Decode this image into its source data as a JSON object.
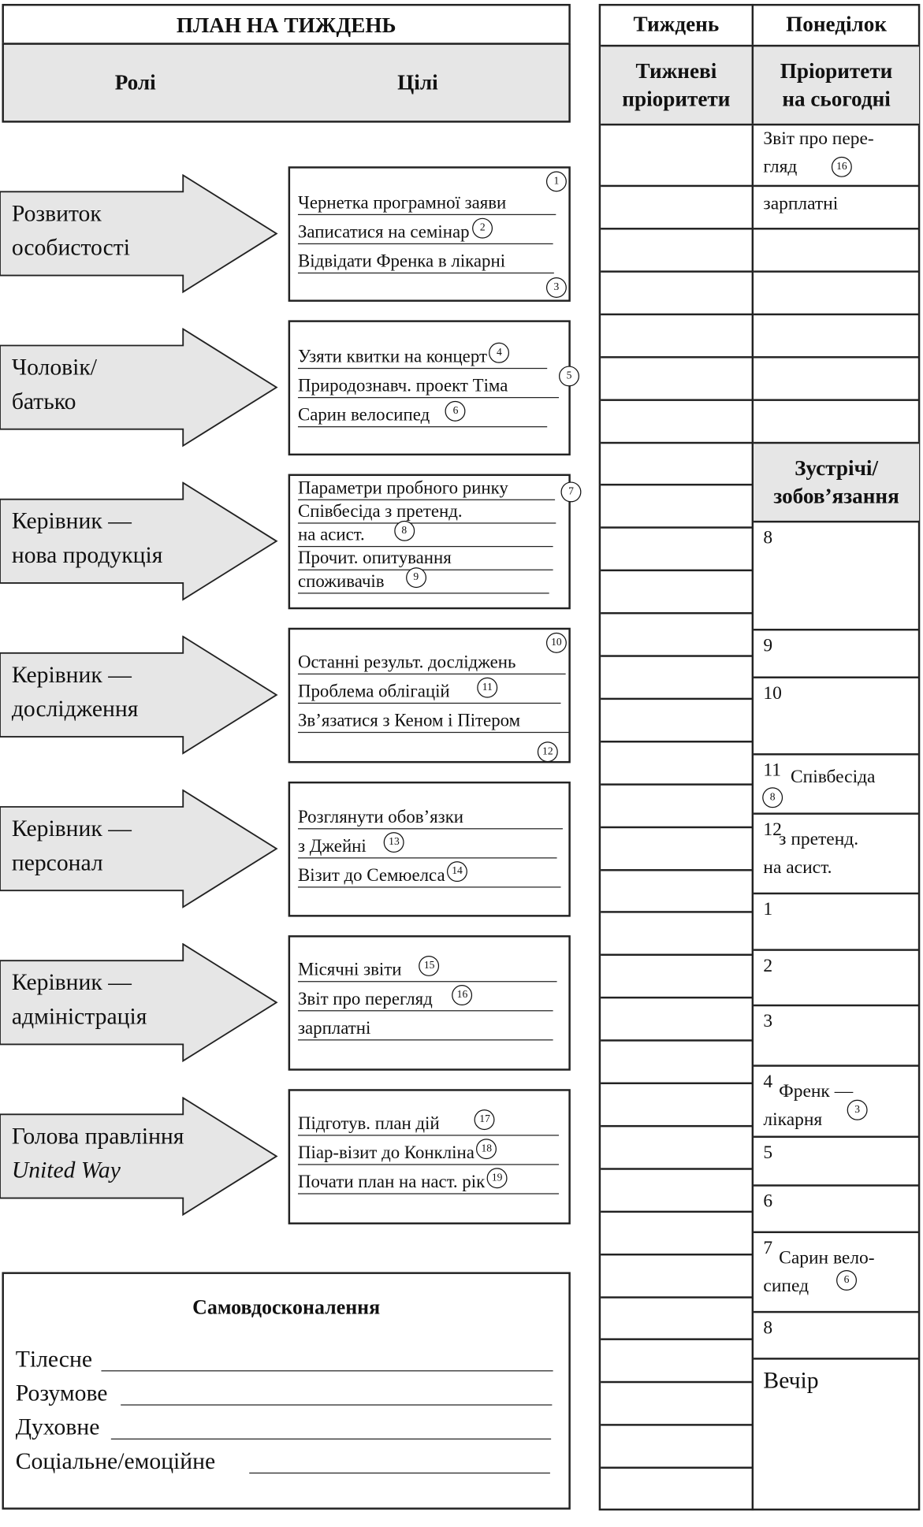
{
  "left": {
    "title": "ПЛАН НА ТИЖДЕНЬ",
    "roles_header": "Ролі",
    "goals_header": "Цілі",
    "sections": [
      {
        "role": [
          "Розвиток",
          "особистості"
        ],
        "goals": [
          {
            "text": "Чернетка програмної заяви",
            "num": "1"
          },
          {
            "text": "Записатися на семінар",
            "num": "2"
          },
          {
            "text": "Відвідати Френка в лікарні",
            "num": "3"
          }
        ]
      },
      {
        "role": [
          "Чоловік/",
          "батько"
        ],
        "goals": [
          {
            "text": "Узяти квитки на концерт",
            "num": "4"
          },
          {
            "text": "Природознавч. проект Тіма",
            "num": "5"
          },
          {
            "text": "Сарин велосипед",
            "num": "6"
          }
        ]
      },
      {
        "role": [
          "Керівник —",
          "нова продукція"
        ],
        "goals": [
          {
            "text": "Параметри пробного ринку",
            "num": "7"
          },
          {
            "text": "Співбесіда з претенд.",
            "num": ""
          },
          {
            "text": "на асист.",
            "num": "8"
          },
          {
            "text": "Прочит. опитування",
            "num": ""
          },
          {
            "text": "споживачів",
            "num": "9"
          }
        ]
      },
      {
        "role": [
          "Керівник —",
          "дослідження"
        ],
        "goals": [
          {
            "text": "Останні результ. досліджень",
            "num": "10"
          },
          {
            "text": "Проблема облігацій",
            "num": "11"
          },
          {
            "text": "Зв’язатися з Кеном і Пітером",
            "num": "12"
          }
        ]
      },
      {
        "role": [
          "Керівник —",
          "персонал"
        ],
        "goals": [
          {
            "text": "Розглянути обов’язки",
            "num": ""
          },
          {
            "text": "з Джейні",
            "num": "13"
          },
          {
            "text": "Візит до Семюелса",
            "num": "14"
          }
        ]
      },
      {
        "role": [
          "Керівник —",
          "адміністрація"
        ],
        "goals": [
          {
            "text": "Місячні звіти",
            "num": "15"
          },
          {
            "text": "Звіт про перегляд",
            "num": "16"
          },
          {
            "text": "зарплатні",
            "num": ""
          }
        ]
      },
      {
        "role": [
          "Голова правління",
          "United Way"
        ],
        "goals": [
          {
            "text": "Підготув. план дій",
            "num": "17"
          },
          {
            "text": "Піар-візит до Конкліна",
            "num": "18"
          },
          {
            "text": "Почати план на наст. рік",
            "num": "19"
          }
        ]
      }
    ],
    "self_improvement": {
      "title": "Самовдосконалення",
      "items": [
        "Тілесне",
        "Розумове",
        "Духовне",
        "Соціальне/емоційне"
      ]
    }
  },
  "right": {
    "week_header": "Тиждень",
    "day_header": "Понеділок",
    "weekly_priorities_header": [
      "Тижневі",
      "пріоритети"
    ],
    "today_priorities_header": [
      "Пріоритети",
      "на сьогодні"
    ],
    "today_priorities": [
      {
        "lines": [
          "Звіт про пере-",
          "гляд"
        ],
        "num": "16"
      },
      {
        "lines": [
          "зарплатні"
        ],
        "num": ""
      },
      {
        "lines": [],
        "num": ""
      },
      {
        "lines": [],
        "num": ""
      },
      {
        "lines": [],
        "num": ""
      },
      {
        "lines": [],
        "num": ""
      },
      {
        "lines": [],
        "num": ""
      }
    ],
    "appointments_header": [
      "Зустрічі/",
      "зобов’язання"
    ],
    "appointments": [
      {
        "time": "8",
        "lines": [],
        "num": ""
      },
      {
        "time": "9",
        "lines": [],
        "num": ""
      },
      {
        "time": "10",
        "lines": [],
        "num": ""
      },
      {
        "time": "11",
        "lines": [
          "Співбесіда"
        ],
        "num": "8"
      },
      {
        "time": "12",
        "lines": [
          "з претенд.",
          "на асист."
        ],
        "num": ""
      },
      {
        "time": "1",
        "lines": [],
        "num": ""
      },
      {
        "time": "2",
        "lines": [],
        "num": ""
      },
      {
        "time": "3",
        "lines": [],
        "num": ""
      },
      {
        "time": "4",
        "lines": [
          "Френк —",
          "лікарня"
        ],
        "num": "3"
      },
      {
        "time": "5",
        "lines": [],
        "num": ""
      },
      {
        "time": "6",
        "lines": [],
        "num": ""
      },
      {
        "time": "7",
        "lines": [
          "Сарин вело-",
          "сипед"
        ],
        "num": "6"
      },
      {
        "time": "8",
        "lines": [],
        "num": ""
      }
    ],
    "evening_label": "Вечір"
  }
}
